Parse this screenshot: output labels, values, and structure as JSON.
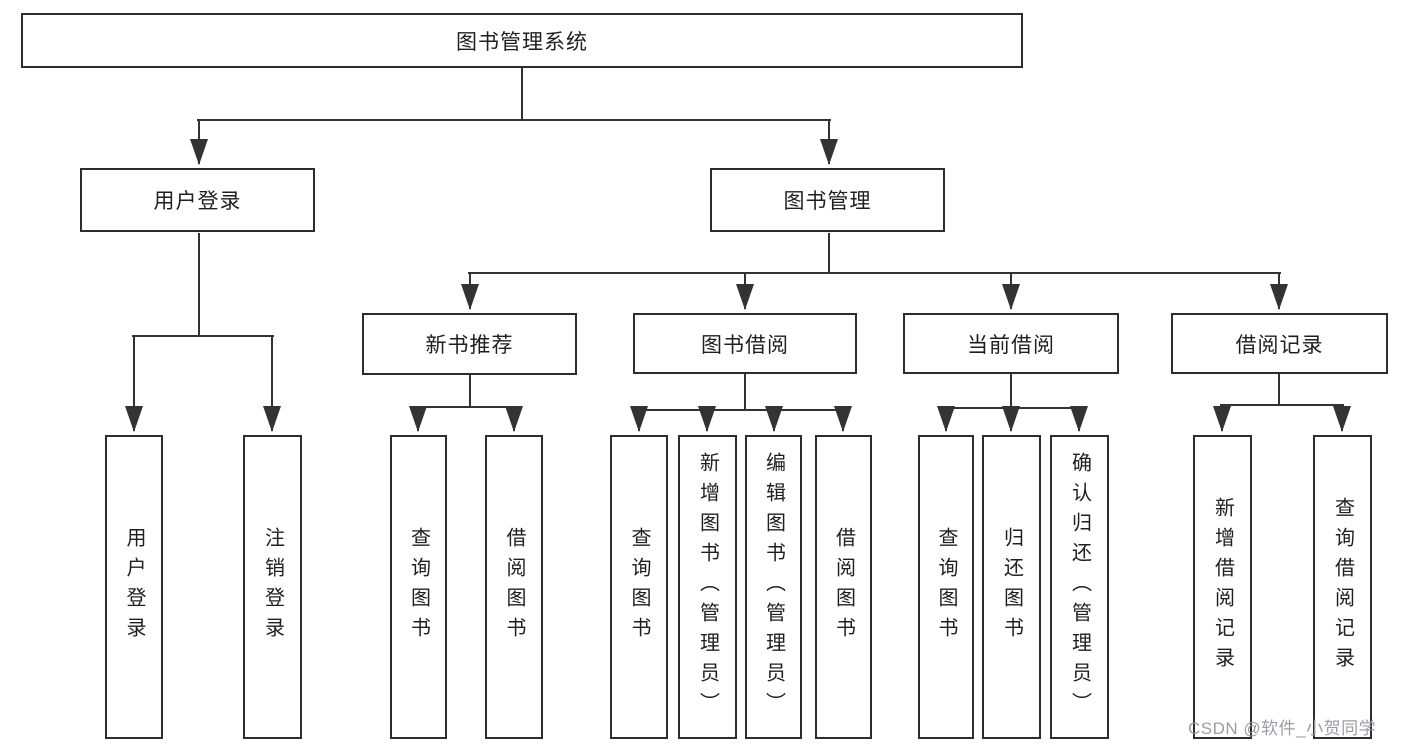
{
  "diagram": {
    "type": "hierarchy-tree",
    "title": "图书管理系统",
    "watermark": "CSDN @软件_小贺同学",
    "colors": {
      "background": "#ffffff",
      "line": "#333333",
      "box_border": "#2d2d2d",
      "text": "#1f1f1f",
      "watermark_text": "#96989e"
    }
  },
  "nodes": {
    "root": "图书管理系统",
    "userLogin": "用户登录",
    "bookManagement": "图书管理",
    "newBookRecommend": "新书推荐",
    "bookBorrow": "图书借阅",
    "currentBorrow": "当前借阅",
    "borrowRecords": "借阅记录",
    "leaves": [
      "用户登录",
      "注销登录",
      "查询图书",
      "借阅图书",
      "查询图书",
      "新增图书（管理员）",
      "编辑图书（管理员）",
      "借阅图书",
      "查询图书",
      "归还图书",
      "确认归还（管理员）",
      "新增借阅记录",
      "查询借阅记录"
    ]
  },
  "hierarchy": {
    "图书管理系统": [
      "用户登录",
      "图书管理"
    ],
    "用户登录": [
      "用户登录",
      "注销登录"
    ],
    "图书管理": [
      "新书推荐",
      "图书借阅",
      "当前借阅",
      "借阅记录"
    ],
    "新书推荐": [
      "查询图书",
      "借阅图书"
    ],
    "图书借阅": [
      "查询图书",
      "新增图书（管理员）",
      "编辑图书（管理员）",
      "借阅图书"
    ],
    "当前借阅": [
      "查询图书",
      "归还图书",
      "确认归还（管理员）"
    ],
    "借阅记录": [
      "新增借阅记录",
      "查询借阅记录"
    ]
  }
}
